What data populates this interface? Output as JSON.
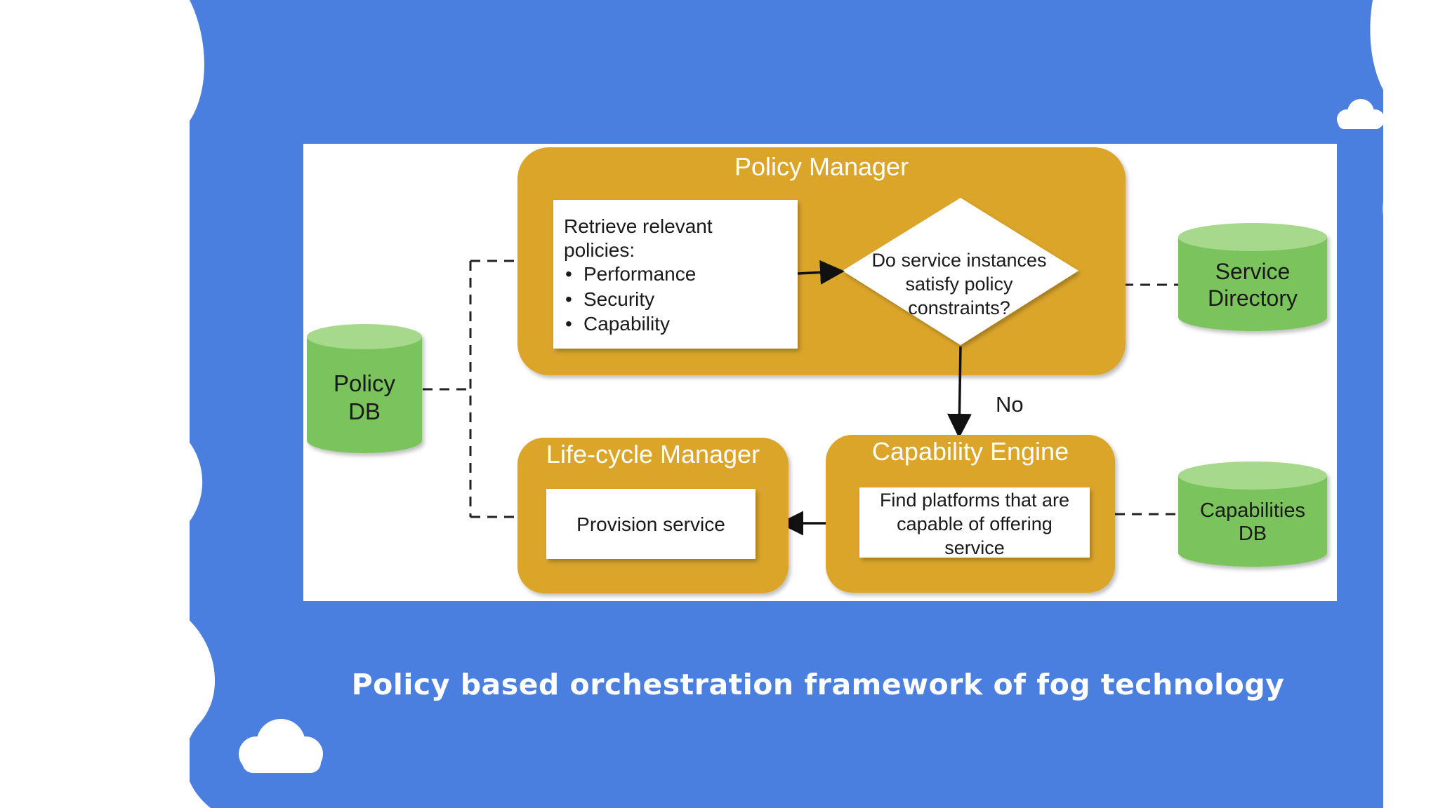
{
  "colors": {
    "background_blue": "#4a7fe0",
    "cloud_white": "#ffffff",
    "manager_gold": "#dba52c",
    "db_green": "#7ac35d",
    "db_green_top": "#a7d98d"
  },
  "diagram": {
    "policy_manager": {
      "title": "Policy Manager",
      "retrieve_lines": [
        "Retrieve relevant",
        "policies:"
      ],
      "bullets": [
        "Performance",
        "Security",
        "Capability"
      ],
      "decision_lines": [
        "Do service instances",
        "satisfy policy",
        "constraints?"
      ]
    },
    "edge_label_no": "No",
    "lifecycle_manager": {
      "title": "Life-cycle Manager",
      "action": "Provision service"
    },
    "capability_engine": {
      "title": "Capability Engine",
      "action_lines": [
        "Find platforms that are",
        "capable of offering",
        "service"
      ]
    },
    "databases": {
      "policy_db": [
        "Policy",
        "DB"
      ],
      "service_directory": [
        "Service",
        "Directory"
      ],
      "capabilities_db": [
        "Capabilities",
        "DB"
      ]
    }
  },
  "caption": "Policy based orchestration framework of fog technology"
}
